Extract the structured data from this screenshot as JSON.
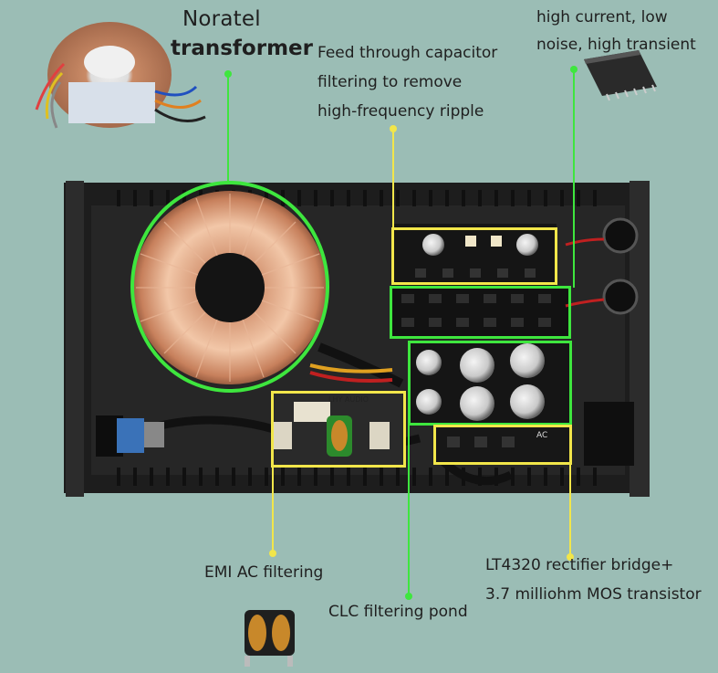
{
  "labels": {
    "noratel_line1": "Noratel",
    "noratel_line2": "transformer",
    "feed_line1": "Feed through capacitor",
    "feed_line2": "filtering to remove",
    "feed_line3": "high-frequency ripple",
    "highcurrent_line1": "high current, low",
    "highcurrent_line2": "noise, high transient",
    "emi": "EMI AC filtering",
    "clc": "CLC filtering pond",
    "lt4320_line1": "LT4320 rectifier bridge+",
    "lt4320_line2": "3.7 milliohm MOS transistor"
  },
  "board_text": {
    "emi_board": "LHY AUDIO",
    "ac_label": "AC"
  },
  "colors": {
    "background": "#9bbdb5",
    "green_marker": "#3ee63e",
    "yellow_marker": "#f2e64a",
    "chassis": "#232323"
  }
}
